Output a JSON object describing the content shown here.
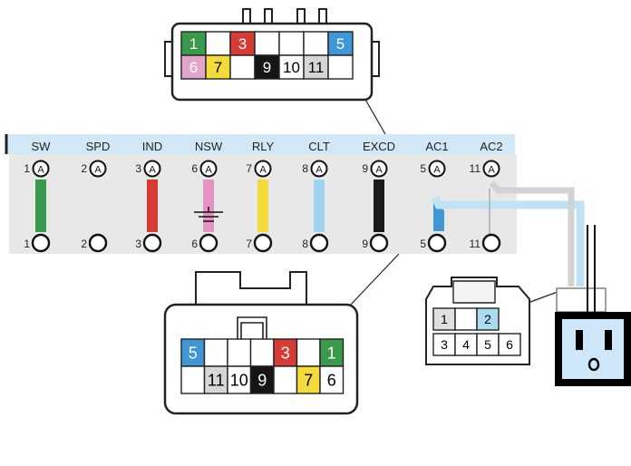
{
  "pins": [
    {
      "label": "SW",
      "num": "1",
      "color": "#3a9a4c"
    },
    {
      "label": "SPD",
      "num": "2",
      "color": ""
    },
    {
      "label": "IND",
      "num": "3",
      "color": "#d83a34"
    },
    {
      "label": "NSW",
      "num": "6",
      "color": "#e394c2"
    },
    {
      "label": "RLY",
      "num": "7",
      "color": "#f2dc3c"
    },
    {
      "label": "CLT",
      "num": "8",
      "color": "#9fd5ef"
    },
    {
      "label": "EXCD",
      "num": "9",
      "color": "#1a1a1a"
    },
    {
      "label": "AC1",
      "num": "5",
      "color": "#62b8e6"
    },
    {
      "label": "AC2",
      "num": "11",
      "color": ""
    }
  ],
  "terminal_letter": "A",
  "top_connector_cells": [
    {
      "text": "1",
      "bg": "#3a9a4c",
      "fg": "#ffffff"
    },
    {
      "text": "",
      "bg": "#ffffff",
      "fg": "#000000"
    },
    {
      "text": "3",
      "bg": "#d83a34",
      "fg": "#ffffff"
    },
    {
      "text": "",
      "bg": "#ffffff",
      "fg": "#000000"
    },
    {
      "text": "",
      "bg": "#ffffff",
      "fg": "#000000"
    },
    {
      "text": "",
      "bg": "#ffffff",
      "fg": "#000000"
    },
    {
      "text": "5",
      "bg": "#3f97d6",
      "fg": "#ffffff"
    },
    {
      "text": "6",
      "bg": "#e2a4c9",
      "fg": "#ffffff"
    },
    {
      "text": "7",
      "bg": "#f3dc3a",
      "fg": "#000000"
    },
    {
      "text": "",
      "bg": "#ffffff",
      "fg": "#000000"
    },
    {
      "text": "9",
      "bg": "#151515",
      "fg": "#ffffff"
    },
    {
      "text": "10",
      "bg": "#ffffff",
      "fg": "#000000"
    },
    {
      "text": "11",
      "bg": "#d6d6d6",
      "fg": "#000000"
    },
    {
      "text": "",
      "bg": "#ffffff",
      "fg": "#000000"
    }
  ],
  "bottom_connector_cells": [
    {
      "text": "5",
      "bg": "#3f97d6",
      "fg": "#ffffff"
    },
    {
      "text": "",
      "bg": "#ffffff",
      "fg": "#000000"
    },
    {
      "text": "",
      "bg": "#ffffff",
      "fg": "#000000"
    },
    {
      "text": "",
      "bg": "#ffffff",
      "fg": "#000000"
    },
    {
      "text": "3",
      "bg": "#d83a34",
      "fg": "#ffffff"
    },
    {
      "text": "",
      "bg": "#ffffff",
      "fg": "#000000"
    },
    {
      "text": "1",
      "bg": "#3a9a4c",
      "fg": "#ffffff"
    },
    {
      "text": "",
      "bg": "#ffffff",
      "fg": "#000000"
    },
    {
      "text": "11",
      "bg": "#d6d6d6",
      "fg": "#000000"
    },
    {
      "text": "10",
      "bg": "#ffffff",
      "fg": "#000000"
    },
    {
      "text": "9",
      "bg": "#151515",
      "fg": "#ffffff"
    },
    {
      "text": "",
      "bg": "#ffffff",
      "fg": "#000000"
    },
    {
      "text": "7",
      "bg": "#f3dc3a",
      "fg": "#000000"
    },
    {
      "text": "6",
      "bg": "#ffffff",
      "fg": "#000000"
    }
  ],
  "small_connector_cells": [
    {
      "text": "1",
      "bg": "#e0e0e0"
    },
    {
      "text": "",
      "bg": "#ffffff"
    },
    {
      "text": "2",
      "bg": "#aadcf2"
    },
    {
      "text": "3",
      "bg": "#ffffff"
    },
    {
      "text": "4",
      "bg": "#ffffff"
    },
    {
      "text": "5",
      "bg": "#ffffff"
    },
    {
      "text": "6",
      "bg": "#ffffff"
    }
  ],
  "colors": {
    "header_band": "#d3e8f7",
    "body_band": "#e8e8e8",
    "ac_wire_light": "#bfe3f5",
    "ac_wire_gray": "#d2d2d2",
    "outlet_face": "#cfe8f9"
  },
  "icons": [
    "ground-icon",
    "ac-outlet-icon"
  ]
}
